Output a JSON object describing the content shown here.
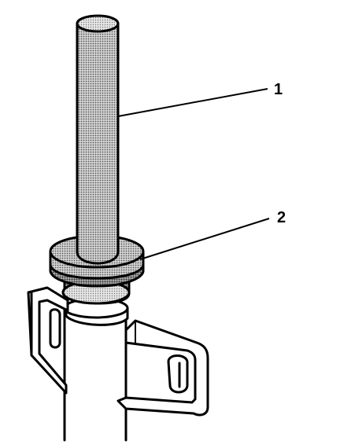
{
  "callouts": [
    {
      "id": "callout-1",
      "label": "1"
    },
    {
      "id": "callout-2",
      "label": "2"
    }
  ],
  "colors": {
    "ink": "#000000",
    "paper": "#ffffff",
    "halftone": "#8c8c8c",
    "halftone_light": "#bdbdbd"
  }
}
